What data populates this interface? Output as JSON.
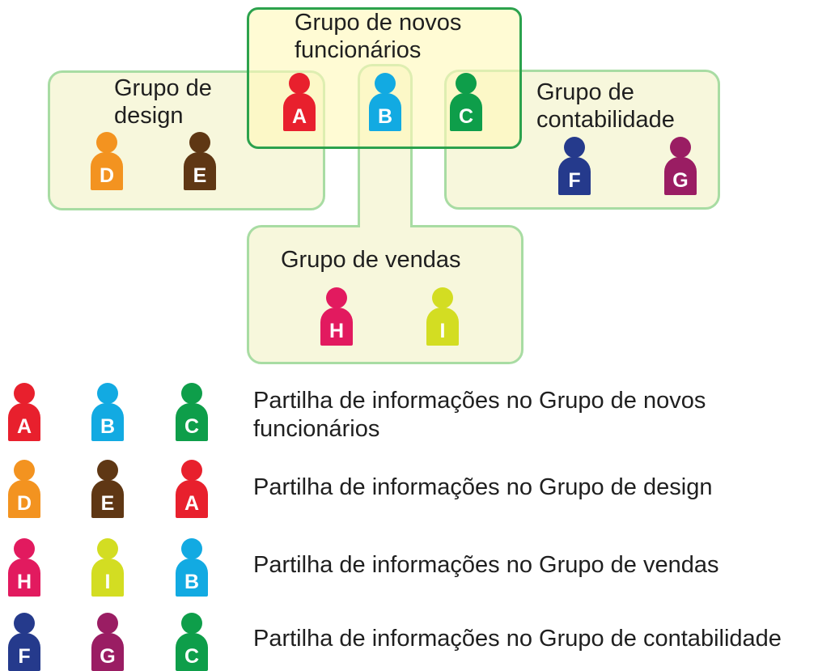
{
  "groups": {
    "new_employees": "Grupo de novos funcionários",
    "design": "Grupo de design",
    "accounting": "Grupo de contabilidade",
    "sales": "Grupo de vendas"
  },
  "people": {
    "A": {
      "letter": "A",
      "color": "#e8202d"
    },
    "B": {
      "letter": "B",
      "color": "#12aae2"
    },
    "C": {
      "letter": "C",
      "color": "#0e9e4a"
    },
    "D": {
      "letter": "D",
      "color": "#f39320"
    },
    "E": {
      "letter": "E",
      "color": "#5f3714"
    },
    "F": {
      "letter": "F",
      "color": "#253a8c"
    },
    "G": {
      "letter": "G",
      "color": "#9a1d63"
    },
    "H": {
      "letter": "H",
      "color": "#e21a5f"
    },
    "I": {
      "letter": "I",
      "color": "#d3dd22"
    }
  },
  "rows": [
    {
      "members": [
        "A",
        "B",
        "C"
      ],
      "text": "Partilha de informações no Grupo de novos funcionários"
    },
    {
      "members": [
        "D",
        "E",
        "A"
      ],
      "text": "Partilha de informações no Grupo de design"
    },
    {
      "members": [
        "H",
        "I",
        "B"
      ],
      "text": "Partilha de informações no Grupo de vendas"
    },
    {
      "members": [
        "F",
        "G",
        "C"
      ],
      "text": "Partilha de informações no Grupo de contabilidade"
    }
  ]
}
